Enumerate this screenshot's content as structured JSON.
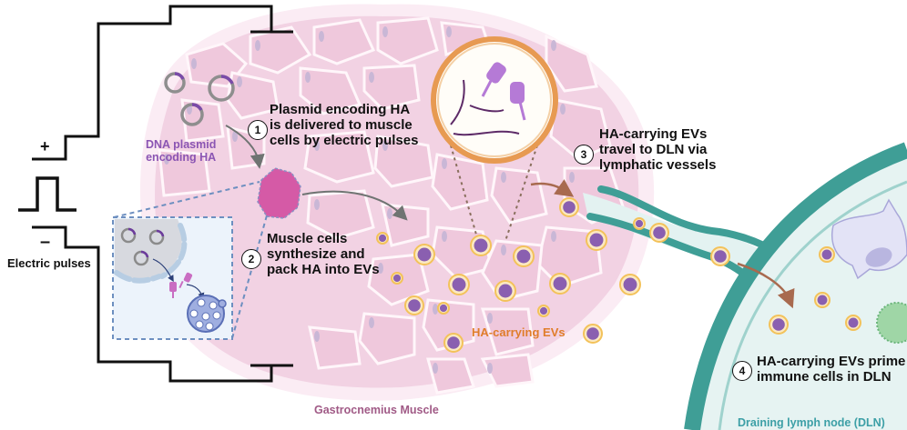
{
  "figure": {
    "labels": {
      "electric_pulses": "Electric pulses",
      "plus_sign": "+",
      "minus_sign": "–",
      "dna_plasmid": [
        "DNA plasmid",
        "encoding HA"
      ],
      "ha_carrying_evs": "HA-carrying EVs",
      "gastrocnemius": "Gastrocnemius Muscle",
      "dln": "Draining lymph node (DLN)"
    },
    "steps": [
      {
        "number": "1",
        "lines": [
          "Plasmid encoding HA",
          "is delivered to muscle",
          "cells by electric pulses"
        ]
      },
      {
        "number": "2",
        "lines": [
          "Muscle cells",
          "synthesize and",
          "pack HA into EVs"
        ]
      },
      {
        "number": "3",
        "lines": [
          "HA-carrying EVs",
          "travel to DLN via",
          "lymphatic vessels"
        ]
      },
      {
        "number": "4",
        "lines": [
          "HA-carrying EVs prime",
          "immune cells in DLN"
        ]
      }
    ],
    "colors": {
      "muscle": "#f0cfe0",
      "muscle_border": "#fbeef5",
      "ev_core": "#8a5fb0",
      "ev_ring": "#f3c25a",
      "lymph": "#3f9e96",
      "lymph_fill": "#e3f2f1",
      "dna_label": "#8b55b3",
      "ev_label": "#e07d2a",
      "muscle_label": "#a05a86",
      "dln_label": "#3c9fa6",
      "zoom_ring": "#e79a52",
      "inset_border": "#6d8fc0"
    }
  }
}
